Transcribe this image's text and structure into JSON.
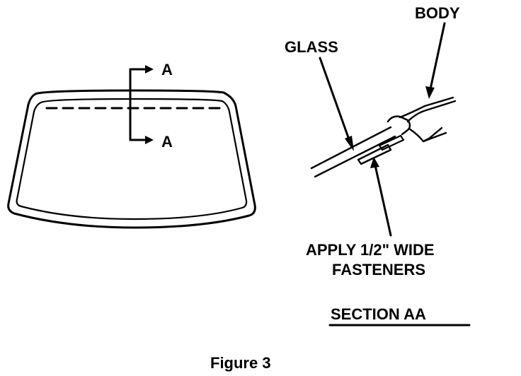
{
  "labels": {
    "section_marker_top": "A",
    "section_marker_bottom": "A",
    "glass": "GLASS",
    "body": "BODY",
    "apply_line1": "APPLY 1/2\" WIDE",
    "apply_line2": "FASTENERS",
    "section": "SECTION AA",
    "caption": "Figure 3"
  }
}
